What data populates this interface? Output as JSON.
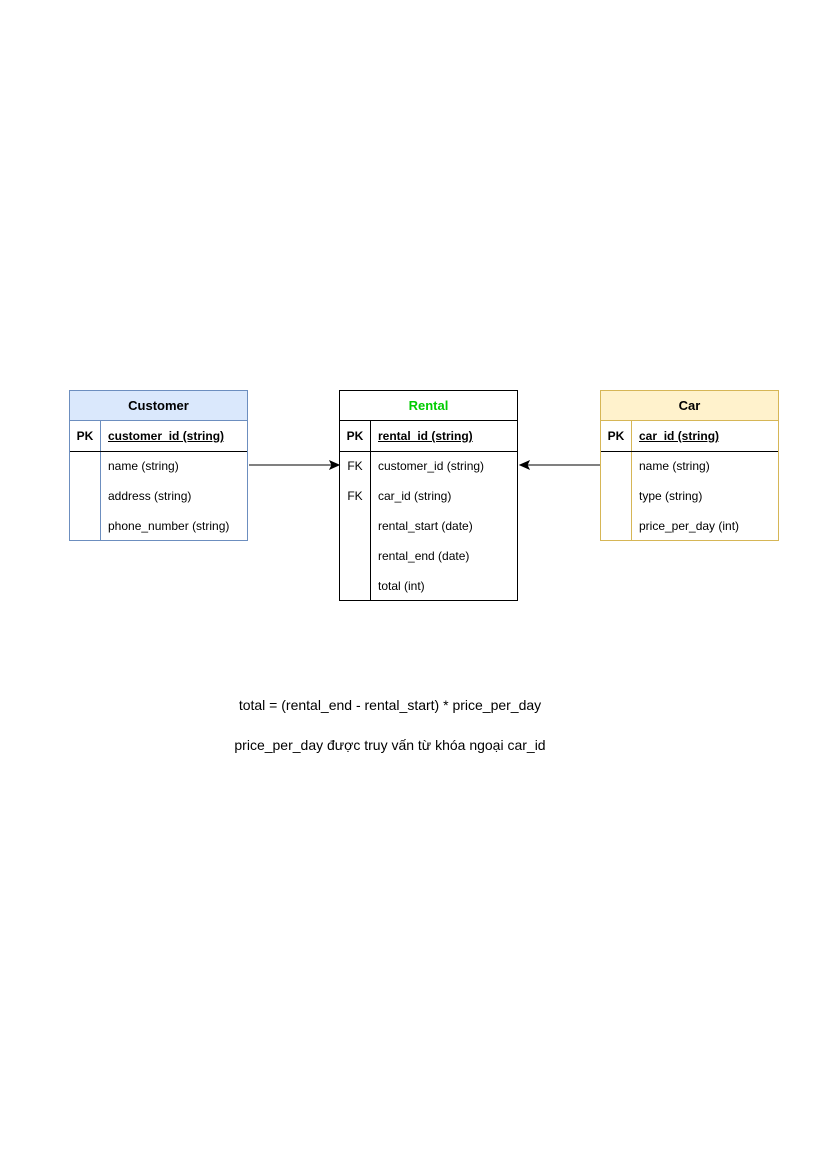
{
  "entities": {
    "customer": {
      "title": "Customer",
      "title_color": "#000000",
      "fill": "#dae8fc",
      "stroke": "#6c8ebf",
      "pk": {
        "key": "PK",
        "field": "customer_id (string)"
      },
      "rows": [
        {
          "key": "",
          "field": "name (string)"
        },
        {
          "key": "",
          "field": "address (string)"
        },
        {
          "key": "",
          "field": "phone_number (string)"
        }
      ]
    },
    "rental": {
      "title": "Rental",
      "title_color": "#00cc00",
      "fill": "#ffffff",
      "stroke": "#000000",
      "pk": {
        "key": "PK",
        "field": "rental_id (string)"
      },
      "rows": [
        {
          "key": "FK",
          "field": "customer_id (string)"
        },
        {
          "key": "FK",
          "field": "car_id (string)"
        },
        {
          "key": "",
          "field": "rental_start (date)"
        },
        {
          "key": "",
          "field": "rental_end (date)"
        },
        {
          "key": "",
          "field": "total (int)"
        }
      ]
    },
    "car": {
      "title": "Car",
      "title_color": "#000000",
      "fill": "#fff2cc",
      "stroke": "#d6b656",
      "pk": {
        "key": "PK",
        "field": "car_id (string)"
      },
      "rows": [
        {
          "key": "",
          "field": "name (string)"
        },
        {
          "key": "",
          "field": "type (string)"
        },
        {
          "key": "",
          "field": "price_per_day (int)"
        }
      ]
    }
  },
  "relationships": [
    {
      "from": "customer",
      "to": "rental",
      "label": ""
    },
    {
      "from": "car",
      "to": "rental",
      "label": ""
    }
  ],
  "notes": [
    "total = (rental_end - rental_start) * price_per_day",
    "price_per_day được truy vấn từ khóa ngoại car_id"
  ]
}
